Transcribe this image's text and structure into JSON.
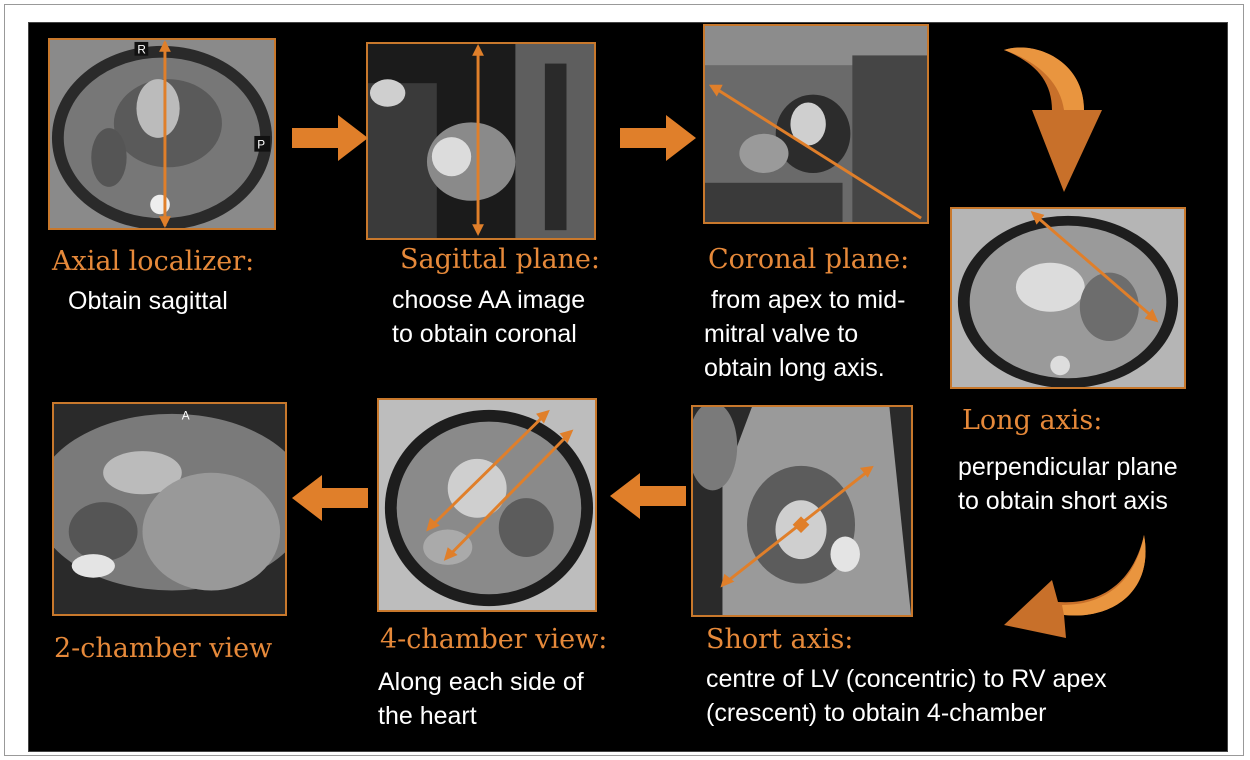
{
  "steps": [
    {
      "title": "Axial localizer:",
      "lines": [
        "Obtain sagittal"
      ]
    },
    {
      "title": "Sagittal plane:",
      "lines": [
        "choose AA image",
        "to obtain coronal"
      ]
    },
    {
      "title": "Coronal plane:",
      "lines": [
        " from apex to mid-",
        "mitral valve to",
        "obtain long axis."
      ]
    },
    {
      "title": "Long axis:",
      "lines": [
        "perpendicular plane",
        "to obtain short axis"
      ]
    },
    {
      "title": "Short axis:",
      "lines": [
        "centre of LV (concentric) to RV apex",
        "(crescent) to obtain 4-chamber"
      ]
    },
    {
      "title": "4-chamber view:",
      "lines": [
        "Along each side of",
        "the heart"
      ]
    },
    {
      "title": "2-chamber view",
      "lines": []
    }
  ],
  "image_labels": {
    "axial_r": "R",
    "axial_p": "P",
    "two_ch_a": "A"
  },
  "colors": {
    "accent": "#e6893a",
    "arrow": "#e07f2a",
    "background": "#000000",
    "text": "#ffffff"
  }
}
